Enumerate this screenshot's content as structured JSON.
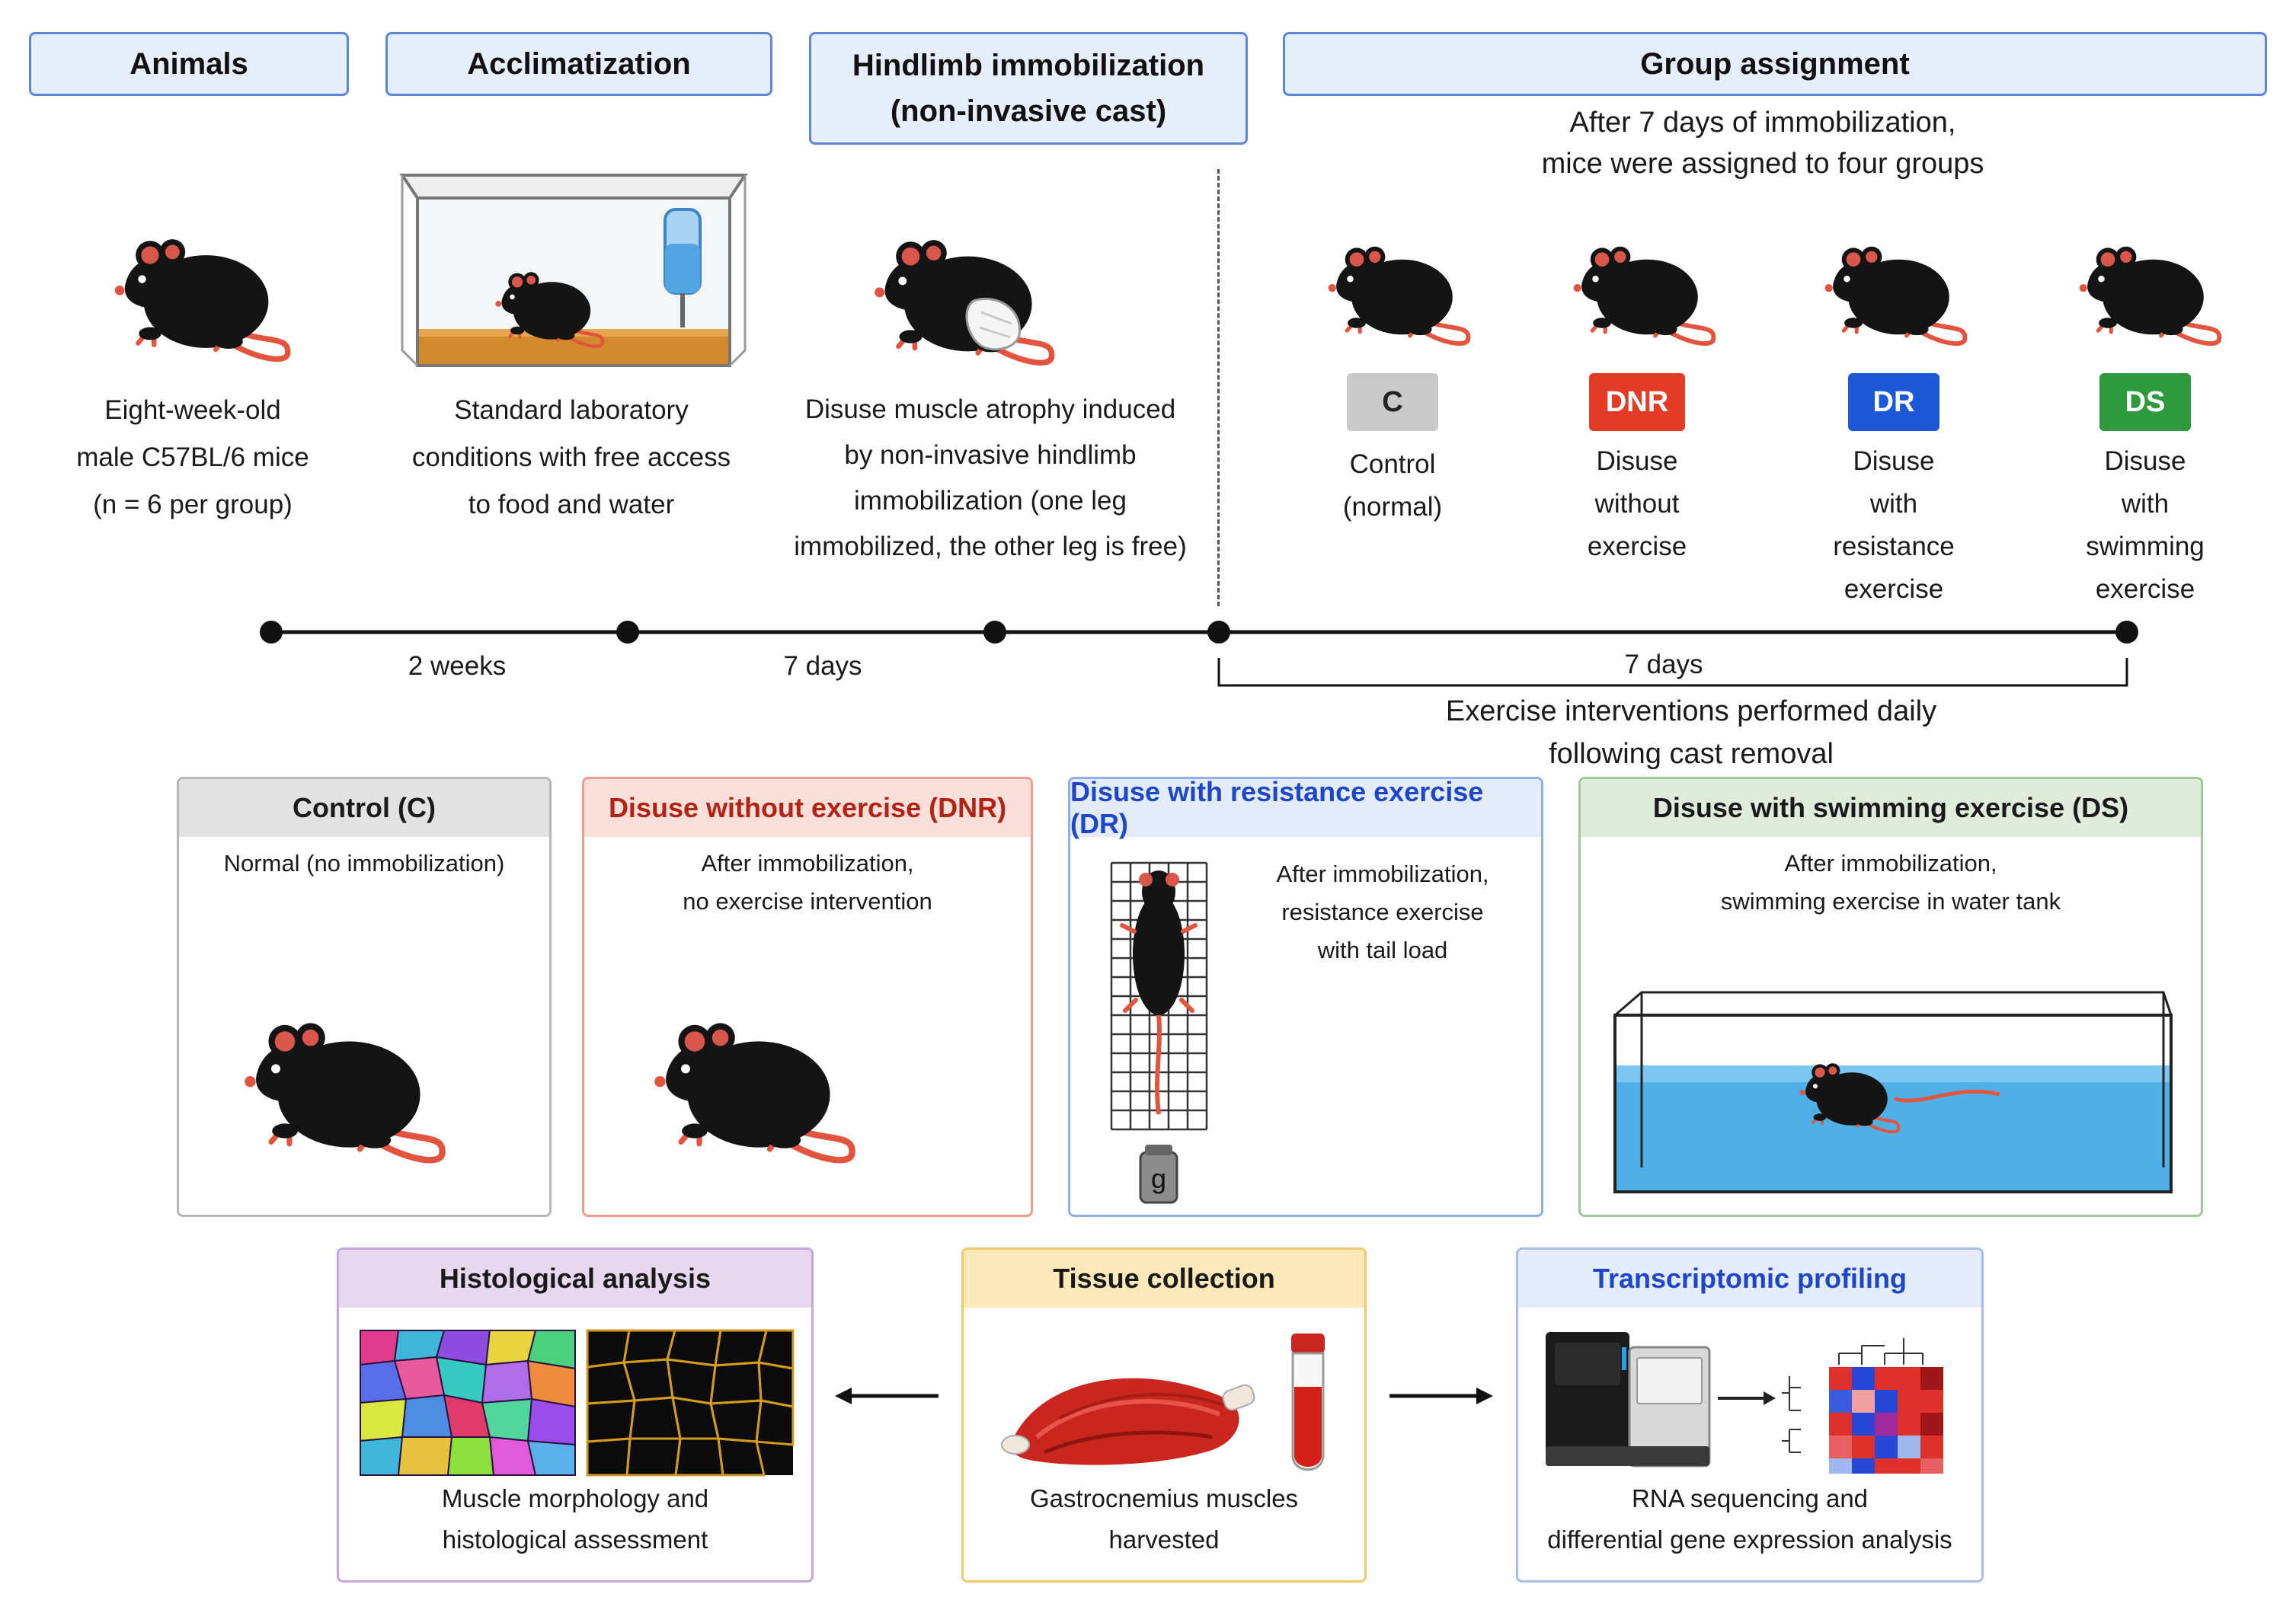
{
  "stages": {
    "animals": {
      "title": "Animals",
      "desc": [
        "Eight-week-old",
        "male C57BL/6 mice",
        "(n = 6 per group)"
      ]
    },
    "acclimatization": {
      "title": "Acclimatization",
      "desc": [
        "Standard laboratory",
        "conditions with free access",
        "to food and water"
      ]
    },
    "immobilization": {
      "title": [
        "Hindlimb immobilization",
        "(non-invasive cast)"
      ],
      "desc": [
        "Disuse muscle atrophy induced",
        "by non-invasive hindlimb",
        "immobilization (one leg",
        "immobilized, the other leg is free)"
      ]
    },
    "group_assignment": {
      "title": "Group assignment",
      "subtitle": [
        "After 7 days of immobilization,",
        "mice were assigned to four groups"
      ]
    }
  },
  "groups": [
    {
      "code": "C",
      "color": "#c9c9c9",
      "text_color": "#222222",
      "desc": [
        "Control",
        "(normal)"
      ]
    },
    {
      "code": "DNR",
      "color": "#e43b26",
      "text_color": "#ffffff",
      "desc": [
        "Disuse",
        "without",
        "exercise"
      ]
    },
    {
      "code": "DR",
      "color": "#1d58d8",
      "text_color": "#ffffff",
      "desc": [
        "Disuse",
        "with",
        "resistance",
        "exercise"
      ]
    },
    {
      "code": "DS",
      "color": "#2f9a3d",
      "text_color": "#ffffff",
      "desc": [
        "Disuse",
        "with",
        "swimming",
        "exercise"
      ]
    }
  ],
  "timeline": {
    "intervals": [
      "2 weeks",
      "7 days",
      "7 days"
    ],
    "note": [
      "Exercise interventions performed daily",
      "following cast removal"
    ]
  },
  "panels": {
    "control": {
      "title": "Control (C)",
      "desc": [
        "Normal (no immobilization)"
      ],
      "header_color": "#e2e2e2",
      "border_color": "#b7b7b7",
      "title_color": "#1a1a1a"
    },
    "dnr": {
      "title": "Disuse without exercise (DNR)",
      "desc": [
        "After immobilization,",
        "no exercise intervention"
      ],
      "header_color": "#fbe0da",
      "border_color": "#ef9c8c",
      "title_color": "#b32214"
    },
    "dr": {
      "title": "Disuse with resistance exercise (DR)",
      "desc": [
        "After immobilization,",
        "resistance exercise",
        "with tail load"
      ],
      "weight_label": "g",
      "header_color": "#e4ebfb",
      "border_color": "#92aee8",
      "title_color": "#1d46c8"
    },
    "ds": {
      "title": "Disuse with swimming exercise (DS)",
      "desc": [
        "After immobilization,",
        "swimming exercise in water tank"
      ],
      "header_color": "#dfecdc",
      "border_color": "#9fc79a",
      "title_color": "#1a1a1a"
    }
  },
  "analysis": {
    "histology": {
      "title": "Histological analysis",
      "desc": [
        "Muscle morphology and",
        "histological assessment"
      ],
      "header_color": "#e7d7f0",
      "border_color": "#c4a7dd"
    },
    "tissue": {
      "title": "Tissue collection",
      "desc": [
        "Gastrocnemius muscles",
        "harvested"
      ],
      "header_color": "#fce8b8",
      "border_color": "#f2c96a"
    },
    "transcriptomic": {
      "title": "Transcriptomic profiling",
      "desc": [
        "RNA sequencing and",
        "differential gene expression analysis"
      ],
      "header_color": "#e4ebfb",
      "border_color": "#a7bde9",
      "title_color": "#1d46c8"
    }
  }
}
